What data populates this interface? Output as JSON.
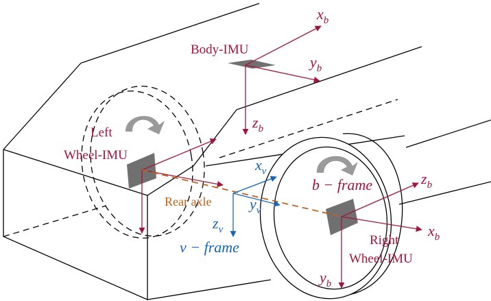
{
  "colors": {
    "outline": "#000000",
    "imu_red": "#a0163c",
    "v_frame_blue": "#1565b8",
    "axle_orange": "#c0611c",
    "sensor_gray": "#707070",
    "rotation_arrow": "#9a9a9a"
  },
  "labels": {
    "body_imu": "Body-IMU",
    "left_wheel_imu_line1": "Left",
    "left_wheel_imu_line2": "Wheel-IMU",
    "right_wheel_imu_line1": "Right",
    "right_wheel_imu_line2": "Wheel-IMU",
    "rear_axle": "Rear axle",
    "b_frame": "b − frame",
    "v_frame": "v − frame"
  },
  "axes": {
    "body": {
      "x": "x",
      "x_sub": "b",
      "y": "y",
      "y_sub": "b",
      "z": "z",
      "z_sub": "b"
    },
    "vehicle": {
      "x": "x",
      "x_sub": "v",
      "y": "y",
      "y_sub": "v",
      "z": "z",
      "z_sub": "v"
    },
    "right_wheel": {
      "x": "x",
      "x_sub": "b",
      "y": "y",
      "y_sub": "b",
      "z": "z",
      "z_sub": "b"
    }
  },
  "icons": {
    "left_rotation": "clockwise-rotation-arrow-icon",
    "right_rotation": "clockwise-rotation-arrow-icon"
  }
}
